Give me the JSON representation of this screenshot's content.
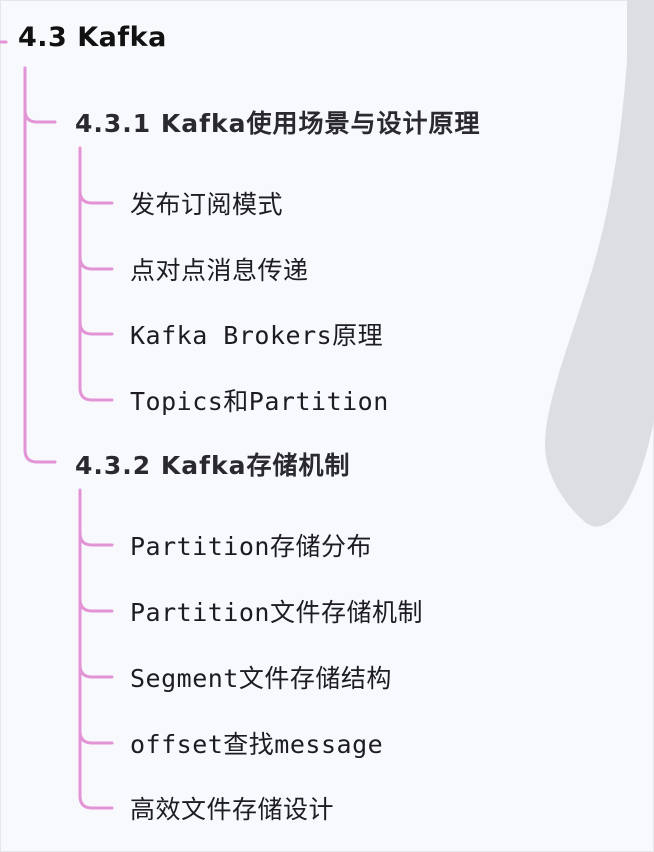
{
  "mindmap": {
    "root": {
      "label": "4.3 Kafka"
    },
    "sections": [
      {
        "label": "4.3.1 Kafka使用场景与设计原理",
        "children": [
          {
            "label": "发布订阅模式"
          },
          {
            "label": "点对点消息传递"
          },
          {
            "label": "Kafka Brokers原理"
          },
          {
            "label": "Topics和Partition"
          }
        ]
      },
      {
        "label": "4.3.2 Kafka存储机制",
        "children": [
          {
            "label": "Partition存储分布"
          },
          {
            "label": "Partition文件存储机制"
          },
          {
            "label": "Segment文件存储结构"
          },
          {
            "label": "offset查找message"
          },
          {
            "label": "高效文件存储设计"
          }
        ]
      }
    ]
  },
  "colors": {
    "connector": "#e394d6",
    "background": "#f7f9fc",
    "side_shape": "#dcdee1",
    "text": "#222222"
  }
}
